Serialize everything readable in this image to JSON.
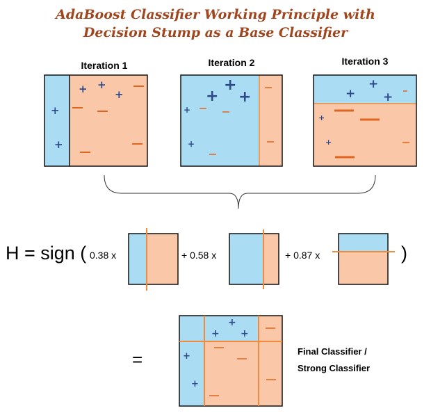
{
  "title": {
    "line1": "AdaBoost Classifier Working Principle with",
    "line2": "Decision Stump as a Base Classifier"
  },
  "iterations": [
    {
      "label": "Iteration 1"
    },
    {
      "label": "Iteration 2"
    },
    {
      "label": "Iteration 3"
    }
  ],
  "formula": {
    "prefix": "H = sign (",
    "term1": "0.38 x",
    "term2": "+ 0.58 x",
    "term3": "+ 0.87 x",
    "close": ")",
    "equals": "="
  },
  "final": {
    "line1": "Final Classifier /",
    "line2": "Strong Classifier"
  },
  "marks": {
    "plus": "+"
  },
  "colors": {
    "blue": "#aadcf4",
    "peach": "#fac8a8",
    "orange": "#f08a3c",
    "plus": "#2e4a8b",
    "minus": "#e0651e",
    "title": "#a0461e"
  }
}
